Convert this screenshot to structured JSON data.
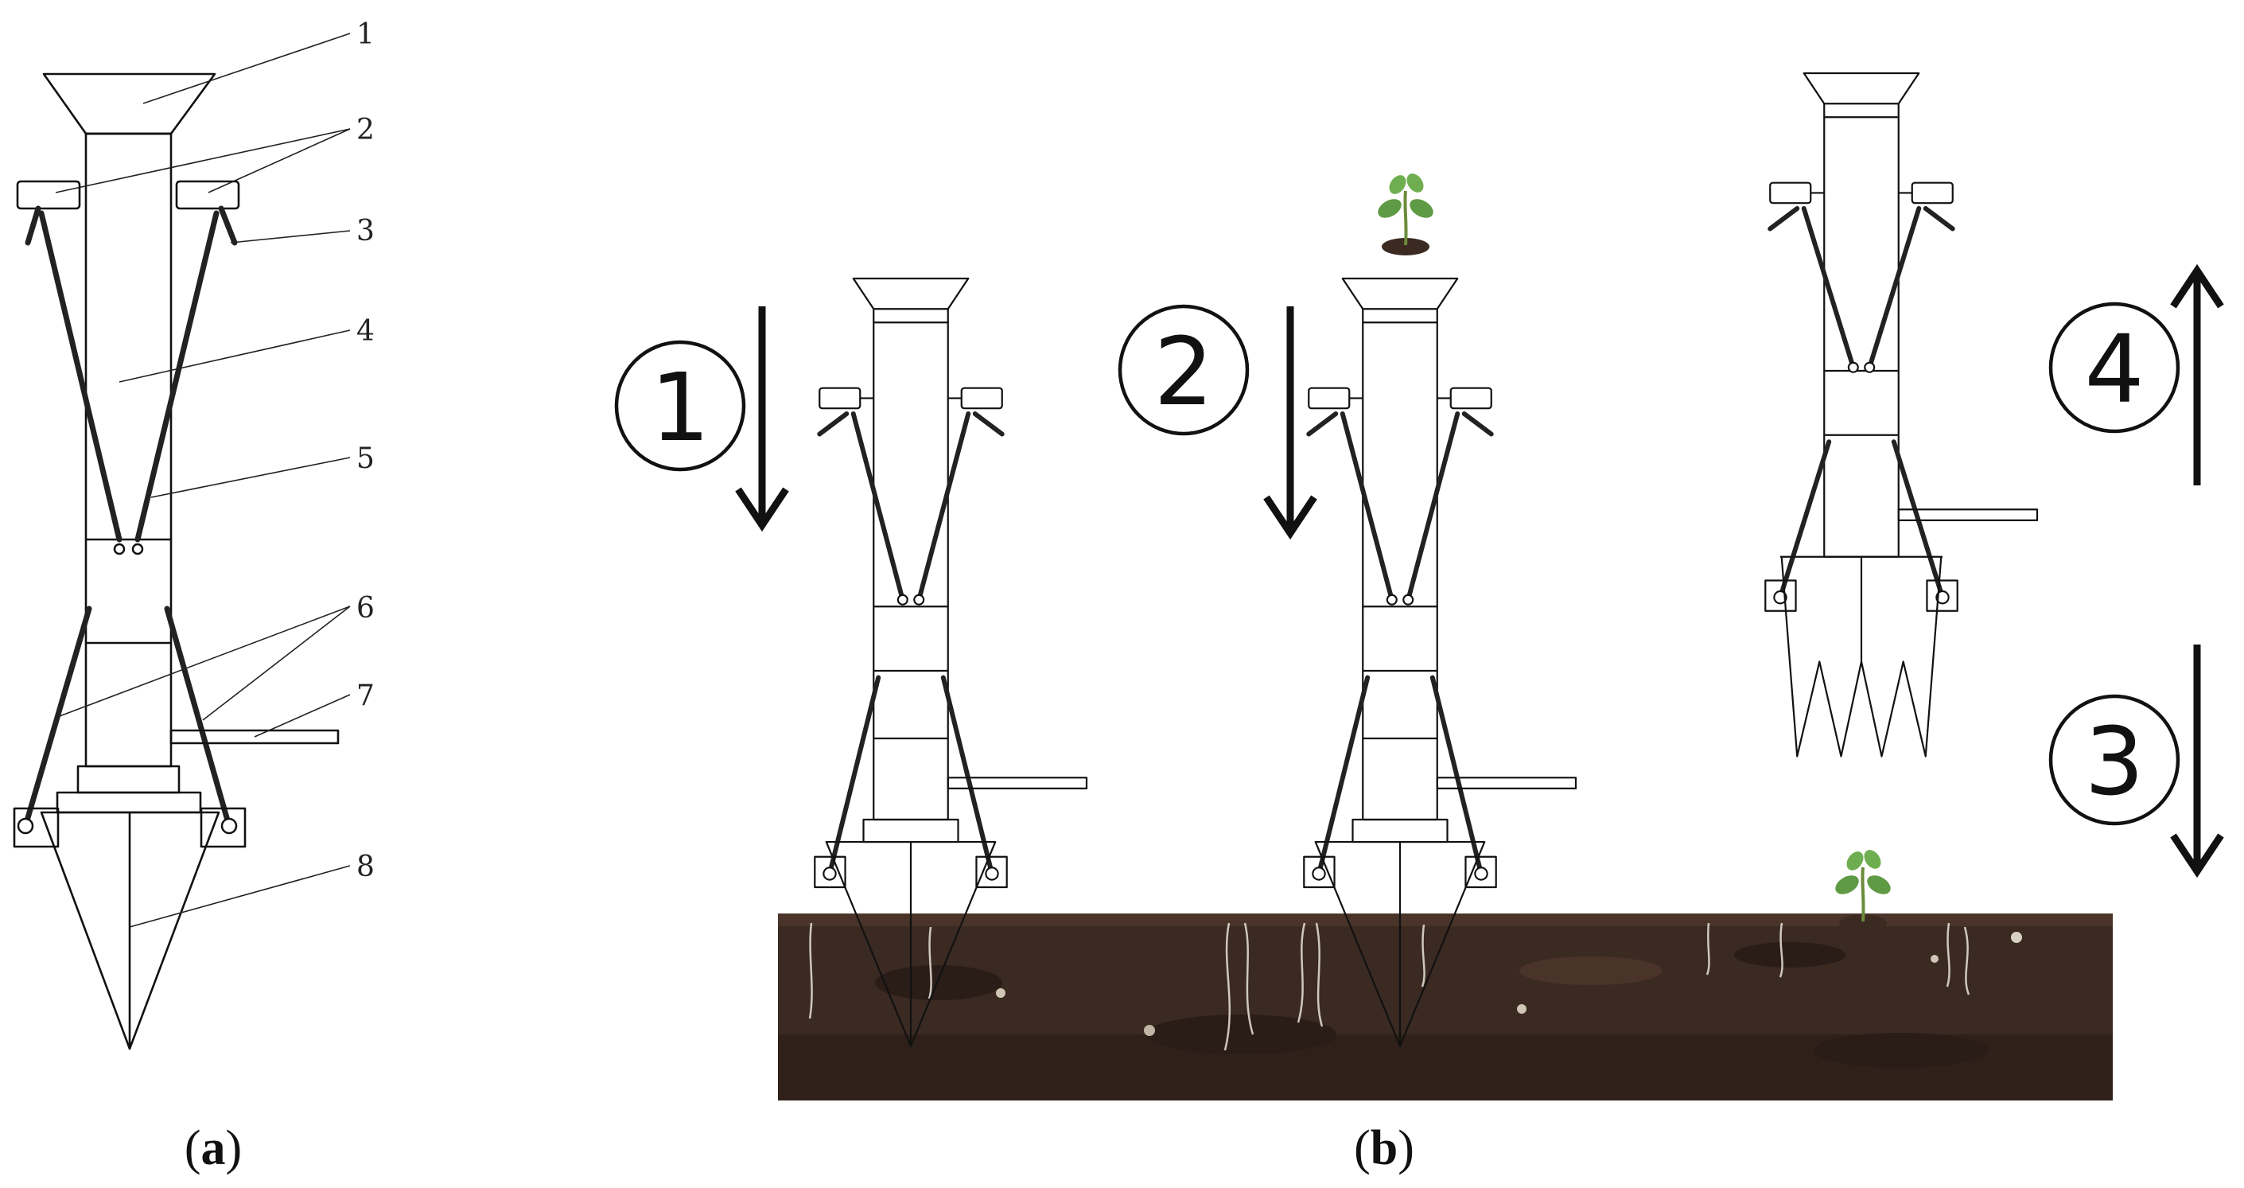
{
  "panel_a": {
    "label_open": "(",
    "label_letter": "a",
    "label_close": ")",
    "callouts": [
      "1",
      "2",
      "3",
      "4",
      "5",
      "6",
      "7",
      "8"
    ]
  },
  "panel_b": {
    "label_open": "(",
    "label_letter": "b",
    "label_close": ")",
    "steps": [
      {
        "number": "1",
        "direction": "down"
      },
      {
        "number": "2",
        "direction": "down"
      },
      {
        "number": "3",
        "direction": "down"
      },
      {
        "number": "4",
        "direction": "up"
      }
    ]
  },
  "colors": {
    "soil": "#3b2a22",
    "soil_dark": "#2a1c16",
    "leaf": "#5f9a45",
    "stem": "#6b8b3a"
  }
}
